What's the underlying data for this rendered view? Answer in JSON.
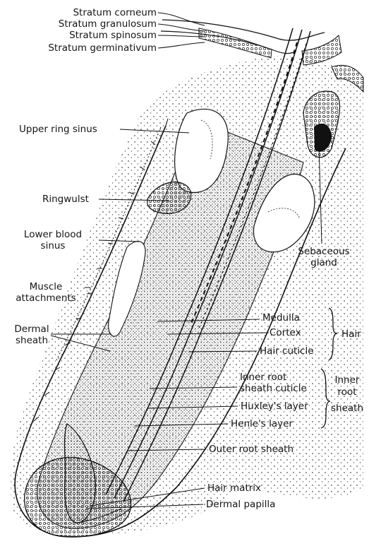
{
  "labels": {
    "stratum_corneum": "Stratum corneum",
    "stratum_granulosum": "Stratum granulosum",
    "stratum_spinosum": "Stratum spinosum",
    "stratum_germinativum": "Stratum germinativum",
    "upper_ring_sinus": "Upper ring sinus",
    "ringwulst": "Ringwulst",
    "lower_blood_sinus_1": "Lower blood",
    "lower_blood_sinus_2": "sinus",
    "muscle_attachments_1": "Muscle",
    "muscle_attachments_2": "attachments",
    "dermal_sheath_1": "Dermal",
    "dermal_sheath_2": "sheath",
    "sebaceous_gland_1": "Sebaceous",
    "sebaceous_gland_2": "gland",
    "medulla": "Medulla",
    "cortex": "Cortex",
    "hair_cuticle": "Hair cuticle",
    "hair_group": "Hair",
    "inner_root_sheath_cuticle_1": "Inner root",
    "inner_root_sheath_cuticle_2": "sheath cuticle",
    "huxleys_layer": "Huxley's layer",
    "henles_layer": "Henle's layer",
    "inner_root_sheath_group_1": "Inner",
    "inner_root_sheath_group_2": "root",
    "inner_root_sheath_group_3": "sheath",
    "outer_root_sheath": "Outer root sheath",
    "hair_matrix": "Hair matrix",
    "dermal_papilla": "Dermal papilla"
  }
}
